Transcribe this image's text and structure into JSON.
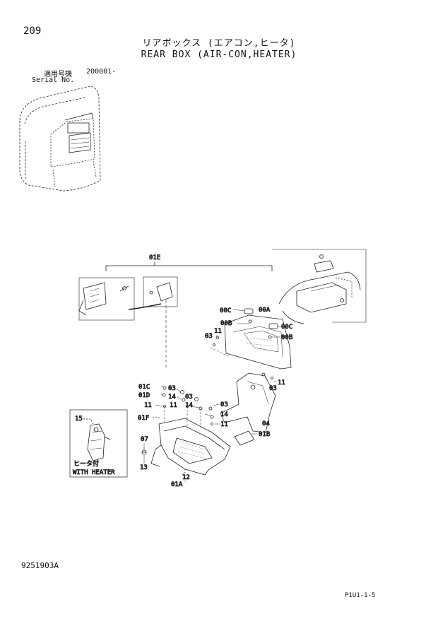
{
  "page": {
    "number": "209",
    "title_jp": "リアボックス (エアコン,ヒータ)",
    "title_en": "REAR BOX (AIR-CON,HEATER)",
    "serial_label_jp": "適用号機",
    "serial_label_en": "Serial No.",
    "serial_value": "200001-",
    "doc_number": "9251903A",
    "page_ref": "P1U1-1-5"
  },
  "callouts": {
    "c01E": "01E",
    "c00C_top": "00C",
    "c00A": "00A",
    "c00B_left": "00B",
    "c00C_right": "00C",
    "c00B_right": "00B",
    "c03_a": "03",
    "c11_a": "11",
    "c11_b": "11",
    "c03_b": "03",
    "c01C": "01C",
    "c01D": "01D",
    "c11_c": "11",
    "c01F": "01F",
    "c03_c": "03",
    "c14_a": "14",
    "c03_d": "03",
    "c11_d": "11",
    "c14_b": "14",
    "c03_e": "03",
    "c14_c": "14",
    "c11_e": "11",
    "c04": "04",
    "c01B": "01B",
    "c07": "07",
    "c13": "13",
    "c12": "12",
    "c01A": "01A",
    "c15": "15"
  },
  "heater_box": {
    "note_jp": "ヒータ付",
    "note_en": "WITH HEATER"
  }
}
